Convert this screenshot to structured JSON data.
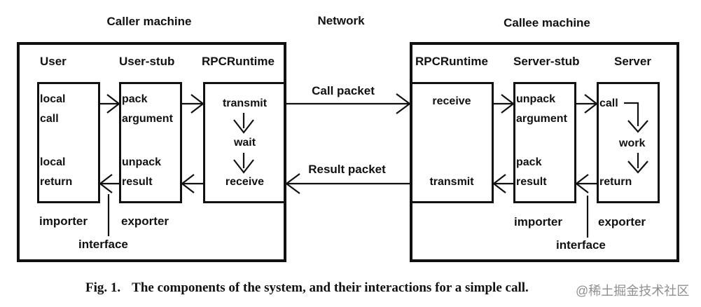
{
  "colors": {
    "ink": "#111111",
    "watermark_gray": "#8f8f8f",
    "background": "#ffffff"
  },
  "top_labels": {
    "caller_machine": "Caller machine",
    "network": "Network",
    "callee_machine": "Callee machine"
  },
  "network": {
    "call_packet": "Call packet",
    "result_packet": "Result packet"
  },
  "caller": {
    "title_user": "User",
    "title_user_stub": "User-stub",
    "title_rpcruntime": "RPCRuntime",
    "user_top": "local\ncall",
    "user_bottom": "local\nreturn",
    "stub_top": "pack\nargument",
    "stub_bottom": "unpack\nresult",
    "rpc_transmit": "transmit",
    "rpc_wait": "wait",
    "rpc_receive": "receive",
    "importer": "importer",
    "exporter": "exporter",
    "interface": "interface"
  },
  "callee": {
    "title_rpcruntime": "RPCRuntime",
    "title_server_stub": "Server-stub",
    "title_server": "Server",
    "rpc_receive": "receive",
    "rpc_transmit": "transmit",
    "stub_top": "unpack\nargument",
    "stub_bottom": "pack\nresult",
    "server_call": "call",
    "server_work": "work",
    "server_return": "return",
    "importer": "importer",
    "exporter": "exporter",
    "interface": "interface"
  },
  "caption": {
    "fig": "Fig. 1.",
    "text": "The components of the system, and their interactions for a simple call."
  },
  "watermark": "@稀土掘金技术社区"
}
